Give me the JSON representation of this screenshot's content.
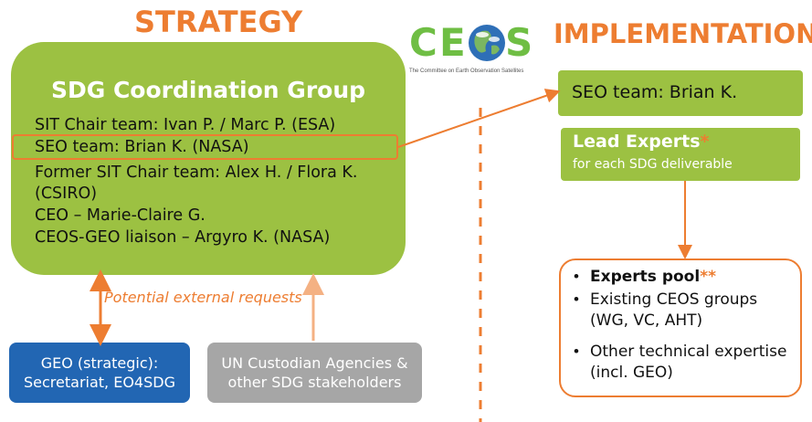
{
  "headings": {
    "strategy": "STRATEGY",
    "implementation": "IMPLEMENTATION"
  },
  "logo": {
    "letters": [
      "C",
      "E",
      "S"
    ],
    "tagline": "The Committee on Earth Observation Satellites",
    "icon": "globe-icon"
  },
  "sdg_group": {
    "title": "SDG Coordination Group",
    "members": [
      "SIT Chair team: Ivan P. / Marc P. (ESA)",
      "SEO team: Brian K. (NASA)",
      "Former SIT Chair team: Alex H. / Flora K.",
      "(CSIRO)",
      "CEO – Marie-Claire G.",
      "CEOS-GEO liaison – Argyro K. (NASA)"
    ]
  },
  "implementation": {
    "seo_team": "SEO team: Brian K.",
    "lead_experts_title": "Lead  Experts",
    "lead_experts_star": "*",
    "lead_experts_sub": "for each SDG deliverable",
    "pool": {
      "experts_pool": "Experts pool",
      "experts_pool_stars": "**",
      "existing_groups_line1": "Existing CEOS groups",
      "existing_groups_line2": "(WG, VC, AHT)",
      "other_line1": "Other technical expertise",
      "other_line2": "(incl. GEO)"
    }
  },
  "external": {
    "label": "Potential external requests",
    "geo_line1": "GEO (strategic):",
    "geo_line2": "Secretariat, EO4SDG",
    "un_line1": "UN Custodian Agencies &",
    "un_line2": "other SDG stakeholders"
  },
  "colors": {
    "accent_orange": "#ED7D31",
    "green": "#9CC142",
    "geo_blue": "#2266B3",
    "un_grey": "#A6A6A6",
    "light_orange": "#F4B183"
  }
}
